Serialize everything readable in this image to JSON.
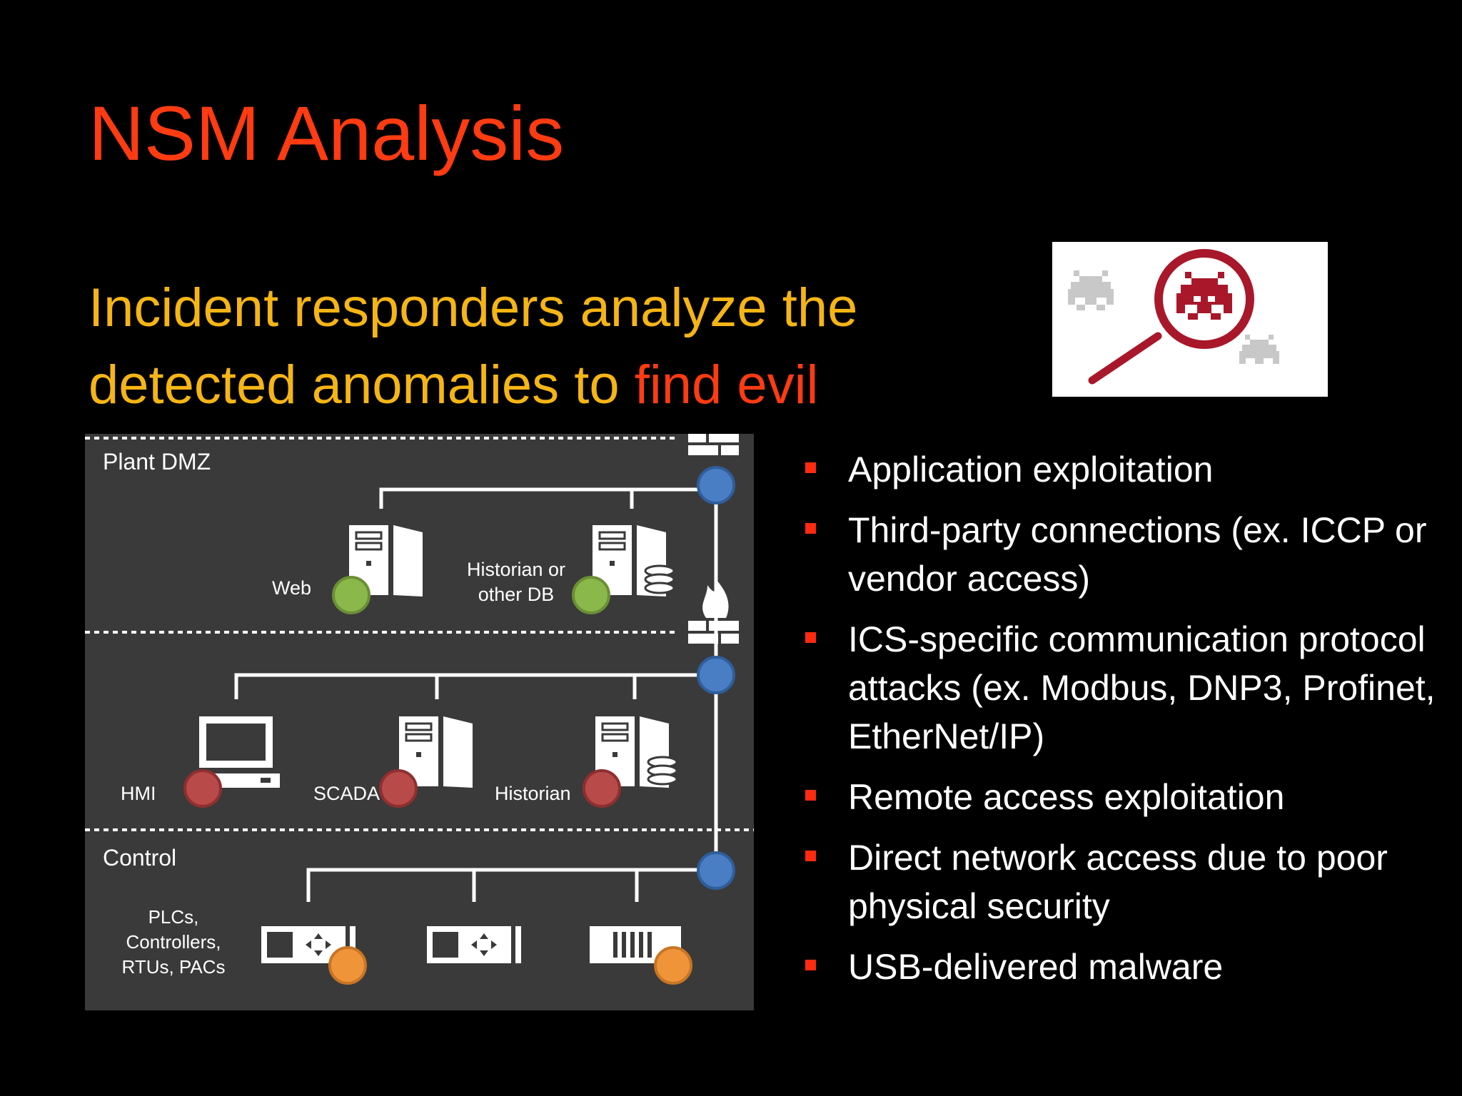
{
  "slide": {
    "title": "NSM Analysis",
    "subtitle_main": "Incident responders analyze the detected anomalies to",
    "subtitle_highlight": "find evil"
  },
  "diagram": {
    "zones": {
      "dmz": "Plant DMZ",
      "control": "Control"
    },
    "nodes": {
      "web": "Web",
      "historian_db_line1": "Historian or",
      "historian_db_line2": "other DB",
      "hmi": "HMI",
      "scada": "SCADA",
      "historian": "Historian",
      "plcs_line1": "PLCs,",
      "plcs_line2": "Controllers,",
      "plcs_line3": "RTUs, PACs"
    },
    "colors": {
      "background": "#3a3a3a",
      "dmz_dot": "#8ab84a",
      "ops_dot": "#b84a4a",
      "control_dot": "#f0943a",
      "firewall_dot": "#4a7ec4"
    }
  },
  "bullets": [
    "Application exploitation",
    "Third-party connections (ex. ICCP or vendor access)",
    "ICS-specific communication protocol attacks (ex. Modbus, DNP3, Profinet, EtherNet/IP)",
    "Remote access exploitation",
    "Direct network access due to poor physical security",
    "USB-delivered malware"
  ],
  "colors": {
    "title": "#ff3b12",
    "subtitle": "#f5b514",
    "bullet_marker": "#ff2a0f"
  },
  "icons": {
    "badge": "bug-magnifier-icon"
  }
}
